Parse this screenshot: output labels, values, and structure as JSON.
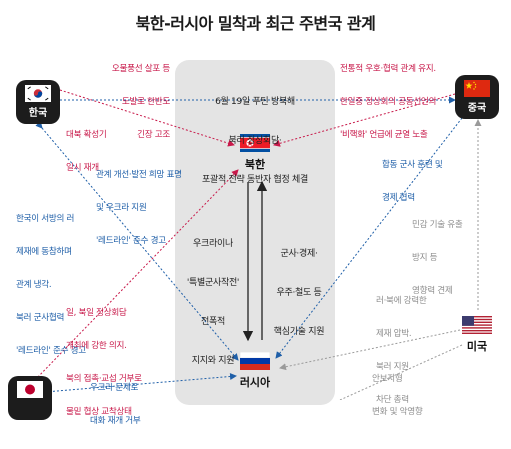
{
  "title": "북한-러시아 밀착과 최근 주변국 관계",
  "colors": {
    "red": "#c8194a",
    "blue": "#1f5fa8",
    "gray": "#8e8e8e",
    "panel": "#e4e4e4"
  },
  "countries": {
    "korea": "한국",
    "china": "중국",
    "north_korea": "북한",
    "russia": "러시아",
    "usa": "미국"
  },
  "icons": [
    "korea-flag-icon",
    "china-flag-icon",
    "north-korea-flag-icon",
    "russia-flag-icon",
    "usa-flag-icon",
    "japan-flag-icon"
  ],
  "center": {
    "summit": [
      "6월 19일 푸틴 방북해",
      "북러 정상회담·",
      "포괄적 전략 동반자 협정 체결"
    ],
    "left_arrow": [
      "우크라이나",
      "'특별군사작전'",
      "전폭적",
      "지지와 지원"
    ],
    "right_arrow": [
      "군사·경제·",
      "우주·철도 등",
      "핵심기술 지원"
    ]
  },
  "labels": {
    "kr_nk_red": [
      "오물풍선 살포 등",
      "도발로 한반도",
      "긴장 고조"
    ],
    "kr_nk_red2": [
      "대북 확성기",
      "일시 재개"
    ],
    "cn_nk_red": [
      "전통적 우호·협력 관계 유지.",
      "한일중 정상회의 공동선언의",
      "'비핵화' 언급에 균열 노출"
    ],
    "kr_cn_blue": [
      "관계 개선·발전 희망 표명",
      "및 우크라 지원",
      "'레드라인' 준수 경고"
    ],
    "cn_ru_blue": [
      "합동 군사 훈련 및",
      "경제 협력"
    ],
    "kr_ru_blue": [
      "한국이 서방의 러",
      "제재에 동참하며",
      "관계 냉각.",
      "북러 군사협력",
      "'레드라인' 준수 경고"
    ],
    "us_cn_gray": [
      "민감 기술 유출",
      "방지 등",
      "영향력 견제"
    ],
    "us_ru_gray": [
      "러·북에 강력한",
      "제재 압박.",
      "북러 지원",
      "차단 총력"
    ],
    "jp_nk_red": [
      "일, 북일 정상회담",
      "개최에 강한 의지.",
      "북의 접촉·교섭 거부로",
      "물밑 협상 교착상태"
    ],
    "jp_ru_blue": [
      "우크라 문제로",
      "대화 재개 거부"
    ],
    "us_jp_gray": [
      "안보지형",
      "변화 및 악영향"
    ]
  }
}
